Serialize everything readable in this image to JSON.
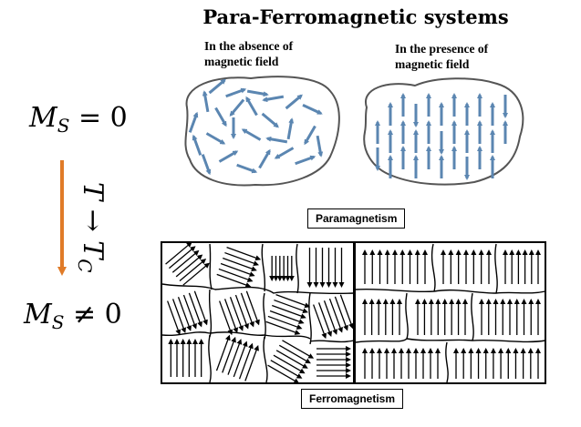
{
  "title": "Para-Ferromagnetic systems",
  "captions": {
    "absent_line1": "In the absence of",
    "absent_line2": "magnetic field",
    "present_line1": "In the presence of",
    "present_line2": "magnetic field"
  },
  "left": {
    "ms_symbol": "M",
    "ms_subscript": "S",
    "eq_zero": "= 0",
    "neq_zero": "≠ 0",
    "temp_symbol": "T",
    "temp_arrow": "→",
    "curie_symbol": "T",
    "curie_subscript": "C"
  },
  "labels": {
    "paramagnetism": "Paramagnetism",
    "ferromagnetism": "Ferromagnetism"
  },
  "colors": {
    "spin_arrow": "#5b86b1",
    "process_arrow": "#e07b28",
    "domain_arrow": "#000000"
  }
}
